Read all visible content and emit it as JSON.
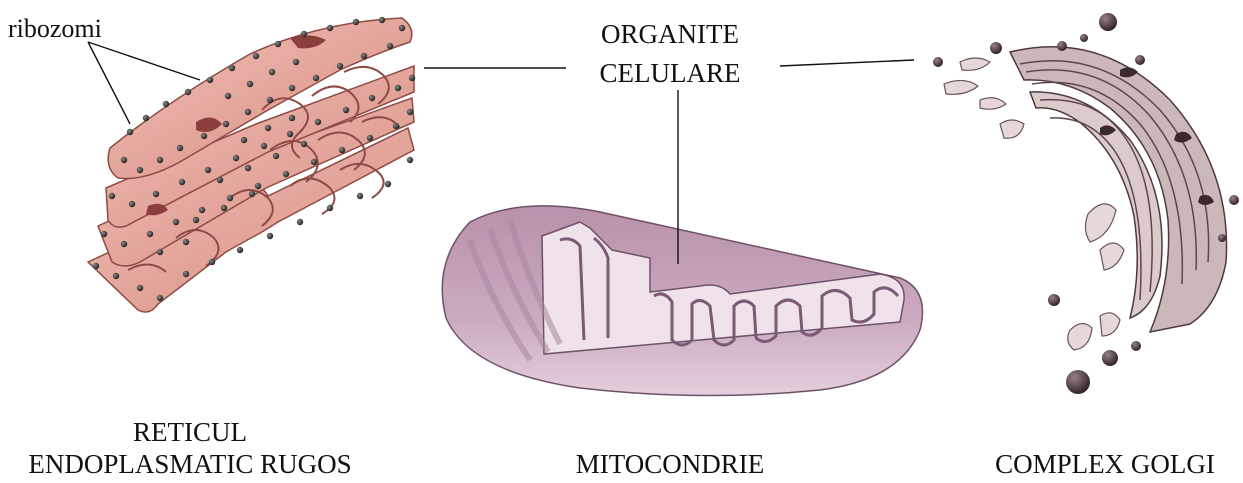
{
  "title": {
    "line1": "ORGANITE",
    "line2": "CELULARE"
  },
  "ribosome_label": "ribozomi",
  "organelles": {
    "er": {
      "line1": "RETICUL",
      "line2": "ENDOPLASMATIC RUGOS"
    },
    "mitochondrion": {
      "label": "MITOCONDRIE"
    },
    "golgi": {
      "label": "COMPLEX GOLGI"
    }
  },
  "colors": {
    "er_fill": "#e8a79c",
    "er_dark": "#a55a52",
    "ribosome": "#3a3a3a",
    "mito_fill": "#c4a0b4",
    "mito_dark": "#8c6d8c",
    "mito_inner": "#e9d8e2",
    "golgi_fill": "#c9b4b4",
    "golgi_dark": "#6e5458",
    "line": "#111111"
  }
}
